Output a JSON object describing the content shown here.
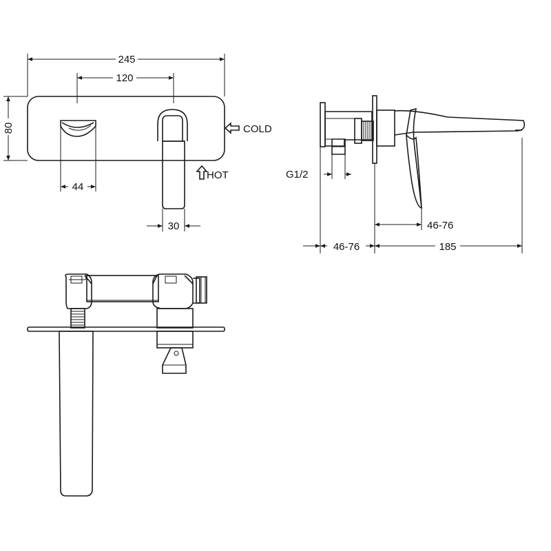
{
  "front_view": {
    "overall_width": "245",
    "center_distance": "120",
    "plate_height": "80",
    "spout_outlet_width": "44",
    "handle_width": "30",
    "cold_label": "COLD",
    "hot_label": "HOT"
  },
  "side_view": {
    "thread_size": "G1/2",
    "depth_adjust_body": "46-76",
    "depth_adjust_handle": "46-76",
    "spout_projection": "185"
  },
  "colors": {
    "line": "#1a1a1a",
    "background": "#ffffff"
  },
  "icons": [
    "arrow-left-icon",
    "arrow-up-icon"
  ]
}
